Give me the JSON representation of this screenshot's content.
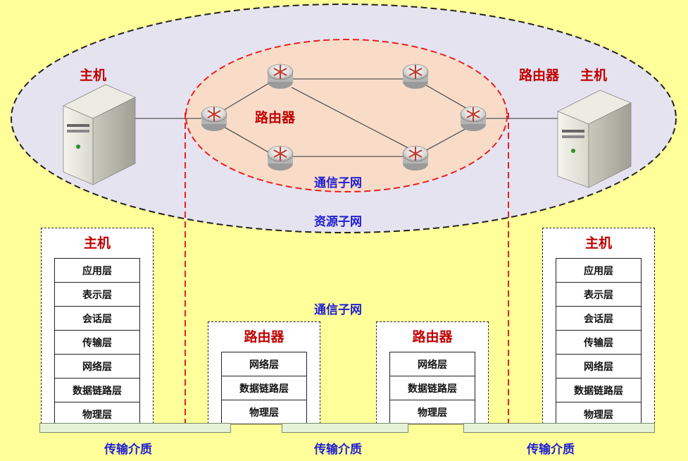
{
  "cloud": {
    "host_left": "主机",
    "host_right": "主机",
    "router_label_center": "路由器",
    "router_label_right": "路由器",
    "comm_subnet": "通信子网",
    "resource_subnet": "资源子网"
  },
  "stack_label": "通信子网",
  "host_left": {
    "title": "主机",
    "layers": [
      "应用层",
      "表示层",
      "会话层",
      "传输层",
      "网络层",
      "数据链路层",
      "物理层"
    ]
  },
  "router_left": {
    "title": "路由器",
    "layers": [
      "网络层",
      "数据链路层",
      "物理层"
    ]
  },
  "router_right": {
    "title": "路由器",
    "layers": [
      "网络层",
      "数据链路层",
      "物理层"
    ]
  },
  "host_right": {
    "title": "主机",
    "layers": [
      "应用层",
      "表示层",
      "会话层",
      "传输层",
      "网络层",
      "数据链路层",
      "物理层"
    ]
  },
  "media": [
    "传输介质",
    "传输介质",
    "传输介质"
  ],
  "colors": {
    "background": "#ffff99",
    "title_red": "#c00000",
    "label_blue": "#1f1fd0",
    "subnet_fill": "#f9dcc8",
    "resource_fill": "#e6e3f0"
  }
}
